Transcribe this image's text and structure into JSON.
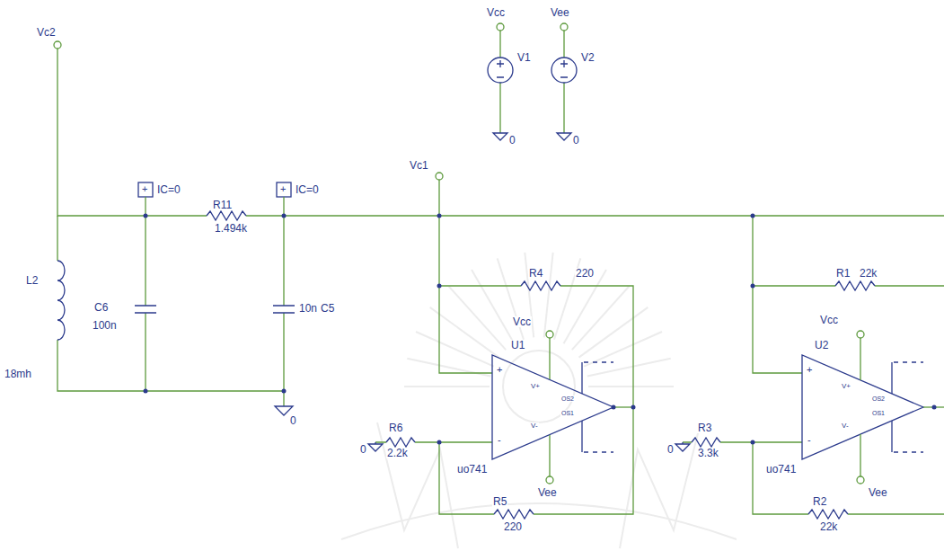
{
  "diagram": {
    "labels": [
      "Vcc",
      "Vee",
      "V1",
      "V2",
      "0",
      "0",
      "Vc2",
      "+",
      "IC=0",
      "R11",
      "1.494k",
      "+",
      "IC=0",
      "Vc1",
      "C6",
      "100n",
      "10n",
      "C5",
      "L2",
      "18mh",
      "R4",
      "220",
      "Vcc",
      "U1",
      "+",
      "-",
      "V+",
      "V-",
      "OS2",
      "OS1",
      "R6",
      "2.2k",
      "0",
      "uo741",
      "R5",
      "220",
      "Vee",
      "R3",
      "3.3k",
      "0",
      "R1",
      "22k",
      "Vcc",
      "U2",
      "+",
      "-",
      "V+",
      "V-",
      "OS2",
      "OS1",
      "uo741",
      "Vee",
      "R2",
      "22k",
      "0"
    ]
  }
}
